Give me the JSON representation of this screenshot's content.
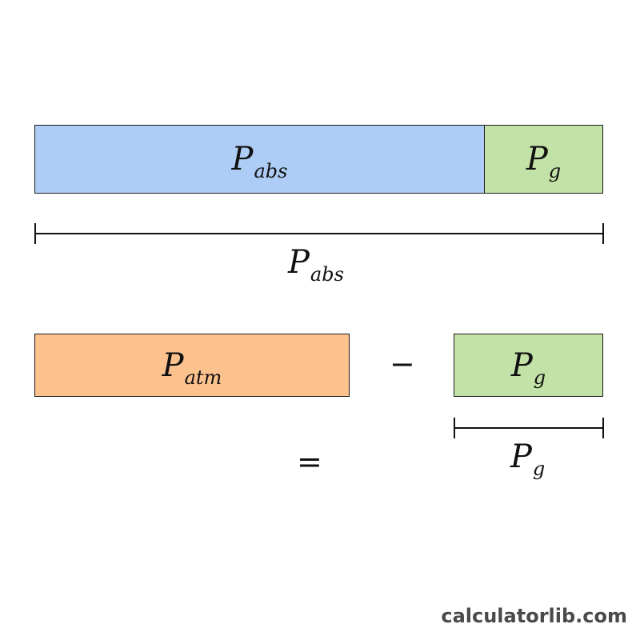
{
  "colors": {
    "abs": "#aecdf6",
    "gauge": "#c3e2a7",
    "atm": "#fcc28d",
    "stroke": "#1a1a1a"
  },
  "labels": {
    "p": "P",
    "abs_sub": "abs",
    "g_sub": "g",
    "atm_sub": "atm",
    "minus": "−",
    "equals": "="
  },
  "watermark": "calculatorlib.com"
}
